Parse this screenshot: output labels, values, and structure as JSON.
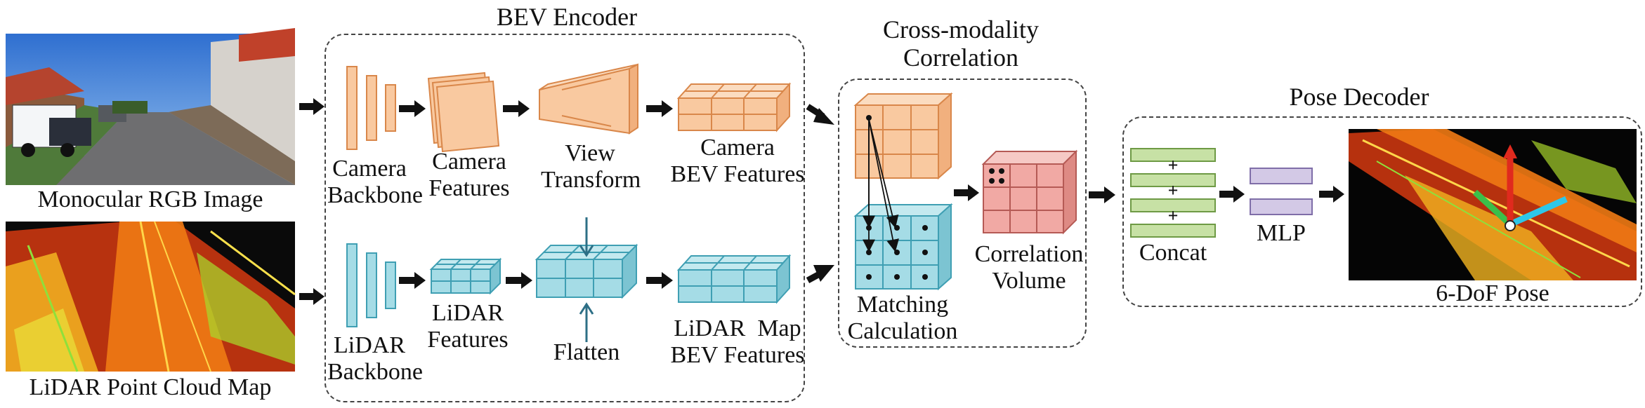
{
  "inputs": {
    "camera_image_label": "Monocular RGB Image",
    "lidar_map_label": "LiDAR Point Cloud Map"
  },
  "bev_encoder": {
    "title": "BEV Encoder",
    "camera_backbone": [
      "Camera",
      "Backbone"
    ],
    "camera_features": [
      "Camera",
      "Features"
    ],
    "view_transform": [
      "View",
      "Transform"
    ],
    "camera_bev_features": [
      "Camera",
      "BEV Features"
    ],
    "lidar_backbone": [
      "LiDAR",
      "Backbone"
    ],
    "lidar_features": [
      "LiDAR",
      "Features"
    ],
    "flatten": "Flatten",
    "lidar_map_bev_features": [
      "LiDAR  Map",
      "BEV Features"
    ]
  },
  "correlation": {
    "title": [
      "Cross-modality",
      "Correlation"
    ],
    "matching": [
      "Matching",
      "Calculation"
    ],
    "volume": [
      "Correlation",
      "Volume"
    ]
  },
  "pose_decoder": {
    "title": "Pose Decoder",
    "concat": "Concat",
    "plus_sign": "+",
    "mlp": "MLP",
    "output": "6-DoF Pose"
  },
  "colors": {
    "camera_orange": "#f9c9a0",
    "camera_orange_edge": "#d9874a",
    "lidar_blue": "#a5dce6",
    "lidar_blue_edge": "#3f9fb3",
    "correlation_red": "#f1a9a4",
    "correlation_red_edge": "#b55a55",
    "concat_green": "#c7e1a5",
    "mlp_purple": "#d3c9e6"
  }
}
